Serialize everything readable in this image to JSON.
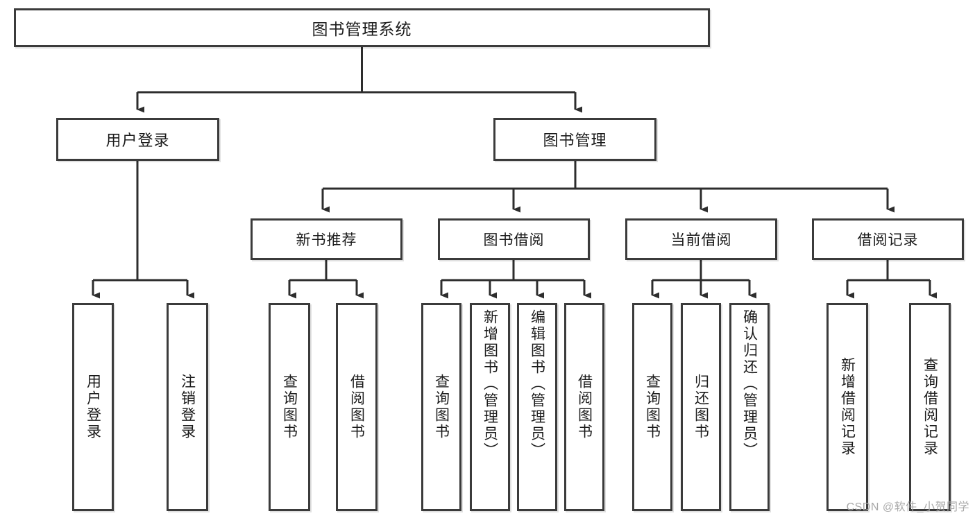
{
  "diagram": {
    "title": "图书管理系统",
    "type": "tree",
    "watermark": "CSDN @软件_小贺同学",
    "colors": {
      "box_border": "#3b3b3b",
      "box_fill": "#ffffff",
      "connector": "#2d2d2d",
      "text": "#1b1b1b",
      "watermark": "#a9a9a9"
    },
    "root": {
      "label": "图书管理系统"
    },
    "level1": [
      {
        "label": "用户登录"
      },
      {
        "label": "图书管理"
      }
    ],
    "level2": [
      {
        "label": "新书推荐"
      },
      {
        "label": "图书借阅"
      },
      {
        "label": "当前借阅"
      },
      {
        "label": "借阅记录"
      }
    ],
    "leaves": {
      "user_login": [
        {
          "label": "用户登录"
        },
        {
          "label": "注销登录"
        }
      ],
      "new_book_recommend": [
        {
          "label": "查询图书"
        },
        {
          "label": "借阅图书"
        }
      ],
      "book_borrow": [
        {
          "label": "查询图书"
        },
        {
          "label": "新增图书（管理员）"
        },
        {
          "label": "编辑图书（管理员）"
        },
        {
          "label": "借阅图书"
        }
      ],
      "current_borrow": [
        {
          "label": "查询图书"
        },
        {
          "label": "归还图书"
        },
        {
          "label": "确认归还（管理员）"
        }
      ],
      "borrow_record": [
        {
          "label": "新增借阅记录"
        },
        {
          "label": "查询借阅记录"
        }
      ]
    }
  }
}
